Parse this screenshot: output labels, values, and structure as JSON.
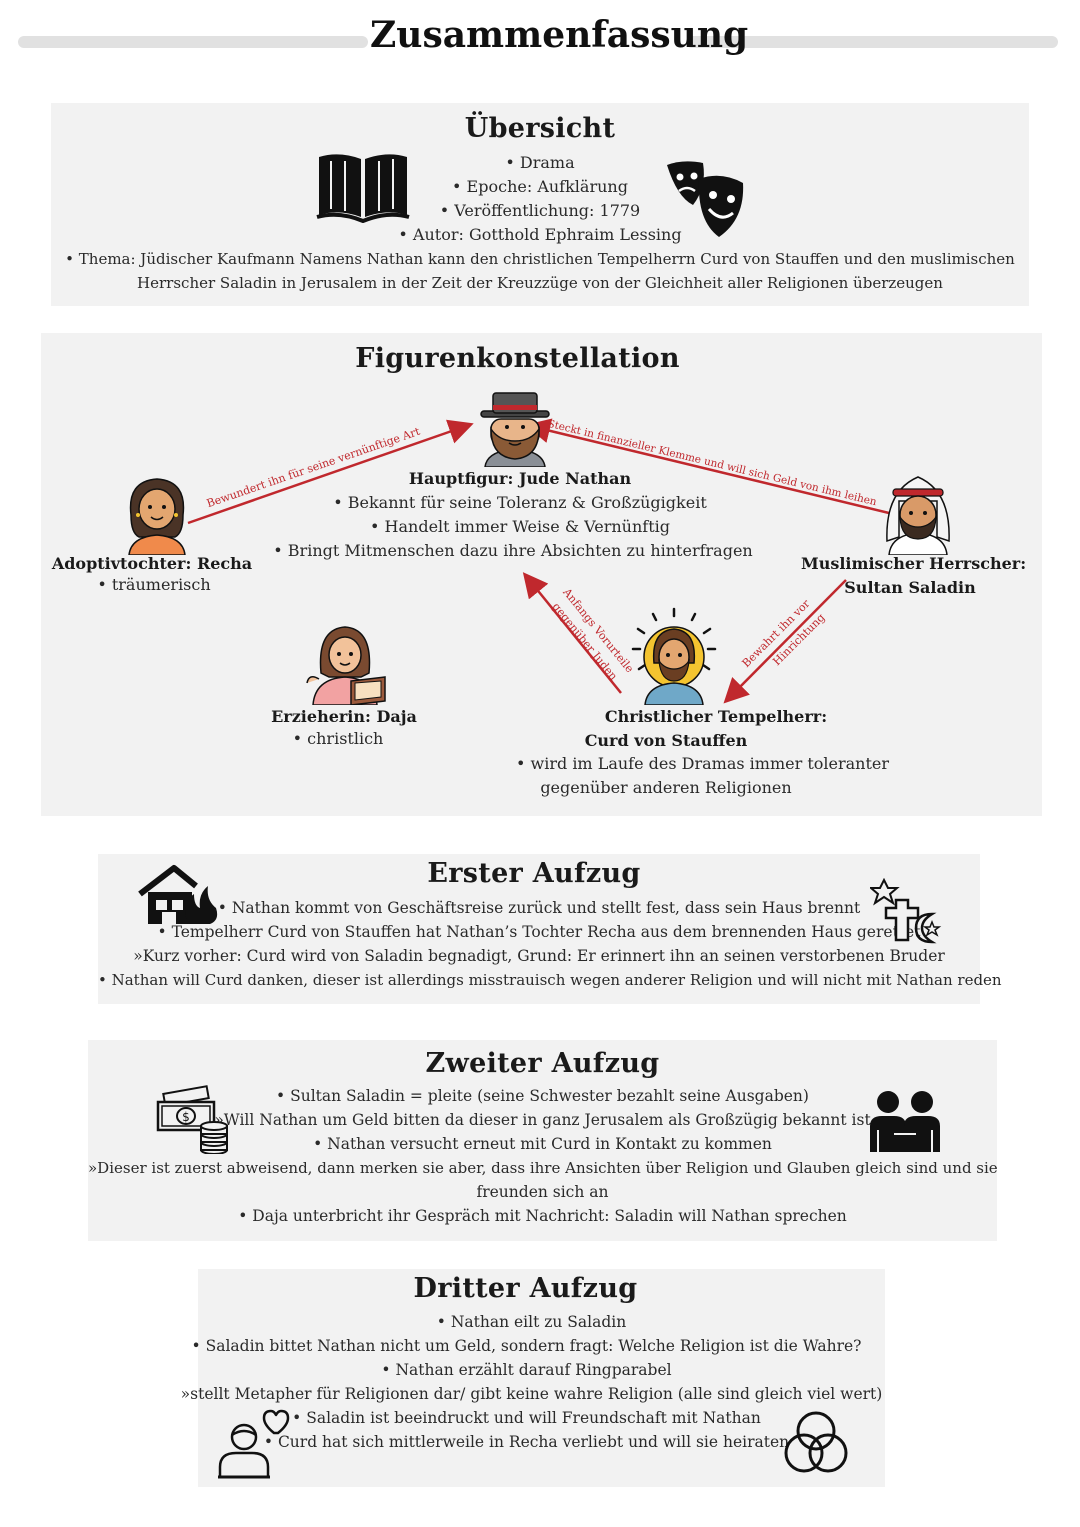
{
  "title": "Zusammenfassung",
  "overview": {
    "heading": "Übersicht",
    "items": [
      "• Drama",
      "• Epoche: Aufklärung",
      "• Veröffentlichung: 1779",
      "• Autor: Gotthold Ephraim Lessing"
    ],
    "theme_line1": "• Thema: Jüdischer Kaufmann Namens Nathan kann den christlichen Tempelherrn Curd von Stauffen und den muslimischen",
    "theme_line2": "Herrscher Saladin in Jerusalem in der Zeit der Kreuzzüge von der Gleichheit aller Religionen überzeugen",
    "icons": [
      "book-icon",
      "theater-masks-icon"
    ]
  },
  "figures": {
    "heading": "Figurenkonstellation",
    "nathan": {
      "title": "Hauptfigur: Jude Nathan",
      "traits": [
        "• Bekannt für seine Toleranz & Großzügigkeit",
        "• Handelt immer Weise & Vernünftig",
        "• Bringt Mitmenschen dazu ihre Absichten zu hinterfragen"
      ]
    },
    "recha": {
      "title": "Adoptivtochter: Recha",
      "trait": "• träumerisch"
    },
    "saladin": {
      "title_line1": "Muslimischer Herrscher:",
      "title_line2": "Sultan Saladin"
    },
    "daja": {
      "title": "Erzieherin: Daja",
      "trait": "• christlich"
    },
    "curd": {
      "title_line1": "Christlicher Tempelherr:",
      "title_line2": "Curd von Stauffen",
      "trait_line1": "• wird im Laufe des Dramas immer toleranter",
      "trait_line2": "gegenüber anderen Religionen"
    },
    "relations": {
      "recha_nathan": "Bewundert ihn für seine vernünftige Art",
      "saladin_nathan": "Steckt in finanzieller Klemme und will sich Geld von ihm leihen",
      "curd_nathan_line1": "Anfangs Vorurteile",
      "curd_nathan_line2": "gegenüber Juden",
      "saladin_curd_line1": "Bewahrt ihn vor",
      "saladin_curd_line2": "Hinrichtung"
    },
    "arrow_color": "#c0282d"
  },
  "act1": {
    "heading": "Erster Aufzug",
    "lines": [
      "• Nathan kommt von Geschäftsreise zurück und stellt fest, dass sein Haus brennt",
      "• Tempelherr Curd von Stauffen hat Nathan’s Tochter Recha aus dem brennenden Haus gerettet",
      "»Kurz vorher: Curd wird von Saladin begnadigt, Grund: Er erinnert ihn an seinen verstorbenen Bruder",
      "• Nathan will Curd danken, dieser ist allerdings misstrauisch wegen anderer Religion und will nicht mit Nathan reden"
    ],
    "icons": [
      "burning-house-icon",
      "religion-symbols-icon"
    ]
  },
  "act2": {
    "heading": "Zweiter Aufzug",
    "lines": [
      "• Sultan Saladin = pleite (seine Schwester bezahlt seine Ausgaben)",
      "»Will Nathan um Geld bitten da dieser in ganz Jerusalem als Großzügig bekannt ist",
      "• Nathan versucht erneut mit Curd in Kontakt zu kommen",
      "»Dieser ist zuerst abweisend, dann merken sie aber, dass ihre Ansichten über Religion und Glauben gleich sind und sie",
      "freunden sich an",
      "• Daja unterbricht ihr Gespräch mit Nachricht: Saladin will Nathan sprechen"
    ],
    "icons": [
      "money-icon",
      "friends-icon"
    ]
  },
  "act3": {
    "heading": "Dritter Aufzug",
    "lines": [
      "• Nathan eilt zu Saladin",
      "• Saladin bittet Nathan nicht um Geld, sondern fragt: Welche Religion ist die Wahre?",
      "• Nathan erzählt darauf Ringparabel",
      "»stellt Metapher für Religionen dar/ gibt keine wahre Religion (alle sind gleich viel wert)",
      "• Saladin ist beeindruckt und will Freundschaft mit Nathan",
      "• Curd hat sich mittlerweile in Recha verliebt und will sie heiraten"
    ],
    "icons": [
      "person-heart-icon",
      "rings-icon"
    ]
  }
}
